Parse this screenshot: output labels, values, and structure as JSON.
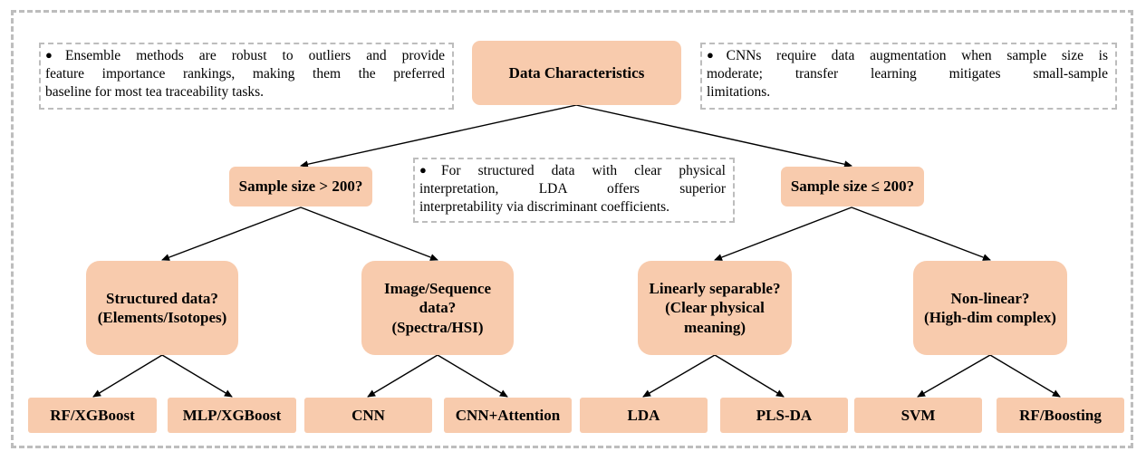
{
  "root": "Data Characteristics",
  "notes": {
    "left": [
      "Ensemble methods are robust to outliers and provide",
      "feature importance rankings, making them the preferred",
      "baseline for most tea traceability tasks."
    ],
    "right": [
      "CNNs require data augmentation when sample size is",
      "moderate; transfer learning mitigates small-sample",
      "limitations."
    ],
    "center": [
      "For structured data with clear physical",
      "interpretation, LDA offers superior",
      "interpretability via discriminant coefficients."
    ]
  },
  "questions": {
    "large": "Sample size > 200?",
    "small": "Sample size ≤ 200?"
  },
  "criteria": {
    "structured": [
      "Structured data?",
      "(Elements/Isotopes)"
    ],
    "image": [
      "Image/Sequence",
      "data?",
      "(Spectra/HSI)"
    ],
    "linear": [
      "Linearly separable?",
      "(Clear physical",
      "meaning)"
    ],
    "nonlinear": [
      "Non-linear?",
      "(High-dim complex)"
    ]
  },
  "models": {
    "rf_xgb": "RF/XGBoost",
    "mlp_xgb": "MLP/XGBoost",
    "cnn": "CNN",
    "cnn_att": "CNN+Attention",
    "lda": "LDA",
    "plsda": "PLS-DA",
    "svm": "SVM",
    "rf_boost": "RF/Boosting"
  },
  "colors": {
    "node_fill": "#f8cbad",
    "border_dash": "#bdbdbd",
    "edge": "#000000"
  },
  "bullet_symbol": "●"
}
